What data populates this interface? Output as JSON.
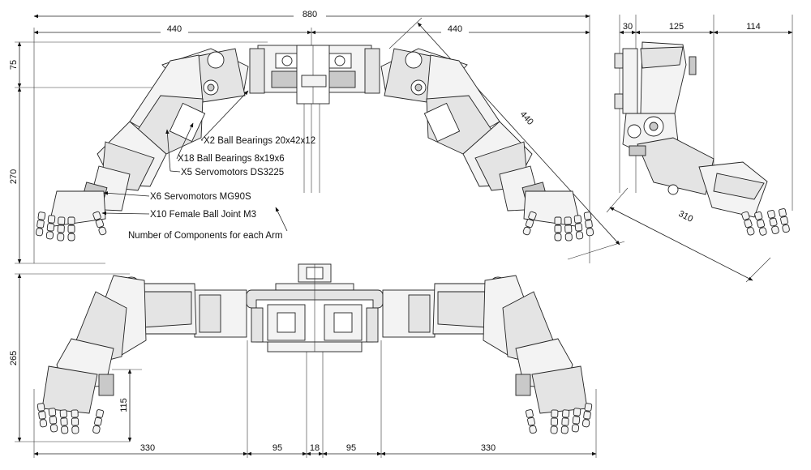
{
  "dimensions": {
    "total_width": "880",
    "left_half": "440",
    "right_half": "440",
    "arm_diagonal": "440",
    "top_height": "75",
    "arm_height": "270",
    "side_30": "30",
    "side_125": "125",
    "side_114": "114",
    "side_310": "310",
    "front_height": "265",
    "hand_115": "115",
    "bottom_left": "330",
    "bottom_95_left": "95",
    "bottom_18": "18",
    "bottom_95_right": "95",
    "bottom_right": "330"
  },
  "callouts": {
    "ball_bearings_large": "X2 Ball Bearings 20x42x12",
    "ball_bearings_small": "X18 Ball Bearings 8x19x6",
    "servo_ds3225": "X5 Servomotors DS3225",
    "servo_mg90s": "X6 Servomotors MG90S",
    "ball_joint": "X10 Female Ball Joint M3",
    "per_arm_note": "Number of Components for each Arm"
  }
}
